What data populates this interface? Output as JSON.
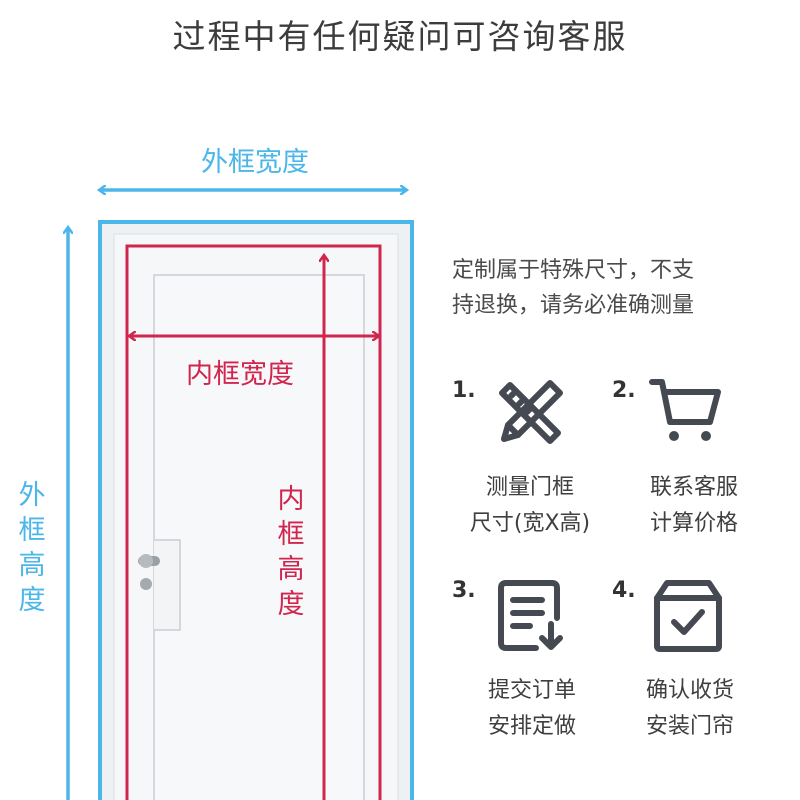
{
  "title": "过程中有任何疑问可咨询客服",
  "diagram": {
    "outer_width_label": "外框宽度",
    "outer_height_label": [
      "外",
      "框",
      "高",
      "度"
    ],
    "inner_width_label": "内框宽度",
    "inner_height_label": [
      "内",
      "框",
      "高",
      "度"
    ],
    "colors": {
      "outer": "#4bb6ea",
      "inner": "#d0264e"
    }
  },
  "notice": {
    "lines": [
      "定制属于特殊尺寸，不支",
      "持退换，请务必准确测量"
    ]
  },
  "steps": [
    {
      "number": "1.",
      "icon": "ruler-pencil-icon",
      "lines": [
        "测量门框",
        "尺寸(宽X高)"
      ]
    },
    {
      "number": "2.",
      "icon": "shopping-cart-icon",
      "lines": [
        "联系客服",
        "计算价格"
      ]
    },
    {
      "number": "3.",
      "icon": "order-document-icon",
      "lines": [
        "提交订单",
        "安排定做"
      ]
    },
    {
      "number": "4.",
      "icon": "checkbox-package-icon",
      "lines": [
        "确认收货",
        "安装门帘"
      ]
    }
  ]
}
